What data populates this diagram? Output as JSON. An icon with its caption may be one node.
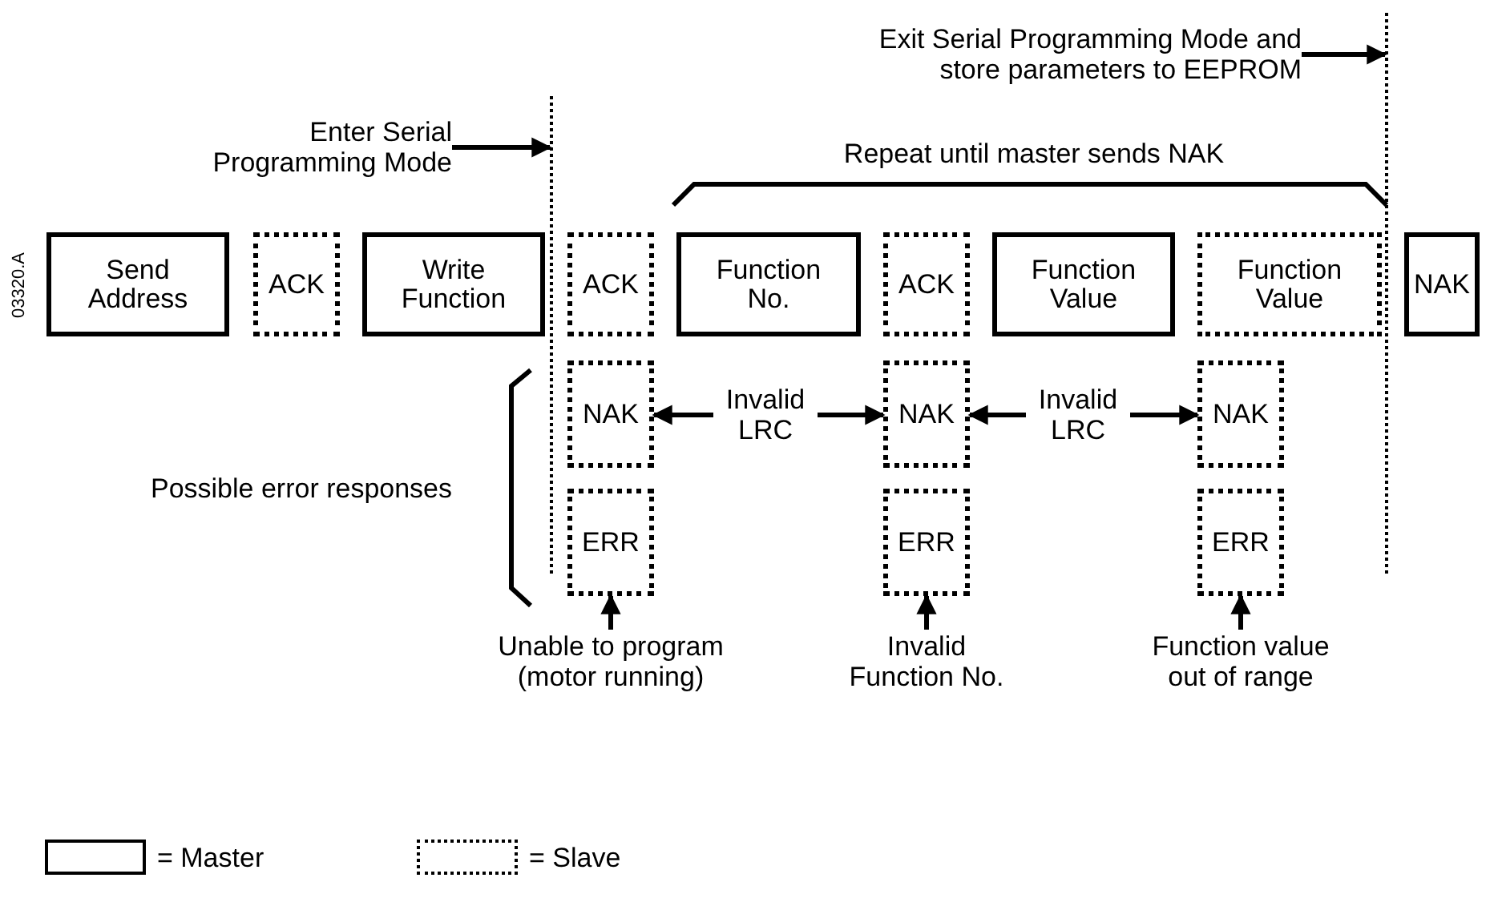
{
  "diagram": {
    "nodes": [
      {
        "text": [
          "Send Address"
        ]
      },
      {
        "text": [
          "ACK"
        ]
      },
      {
        "text": [
          "Write Function"
        ]
      },
      {
        "text": [
          "ACK"
        ]
      },
      {
        "text": [
          "Function No."
        ]
      },
      {
        "text": [
          "ACK"
        ]
      },
      {
        "text": [
          "Function Value"
        ]
      },
      {
        "text": [
          "Function Value"
        ]
      },
      {
        "text": [
          "NAK"
        ]
      },
      {
        "text": [
          "NAK"
        ]
      },
      {
        "text": [
          "ERR"
        ]
      },
      {
        "text": [
          "NAK"
        ]
      },
      {
        "text": [
          "ERR"
        ]
      },
      {
        "text": [
          "NAK"
        ]
      },
      {
        "text": [
          "ERR"
        ]
      },
      {
        "text": [
          "Invalid LRC"
        ]
      },
      {
        "text": [
          "Invalid LRC"
        ]
      },
      {
        "text": [
          "Unable to program (motor running)"
        ]
      },
      {
        "text": [
          "Invalid Function No."
        ]
      },
      {
        "text": [
          "Function value out of range"
        ]
      },
      {
        "text": [
          "Enter Serial Programming Mode"
        ]
      },
      {
        "text": [],
        "shape": "line"
      },
      {
        "text": [
          "Exit Serial Programming Mode and store parameters to EEPROM"
        ]
      },
      {
        "text": [],
        "shape": "line"
      }
    ],
    "edges": [
      {
        "from": 15,
        "to": 9,
        "arrow": "to"
      },
      {
        "from": 15,
        "to": 11,
        "arrow": "to"
      },
      {
        "from": 16,
        "to": 11,
        "arrow": "to"
      },
      {
        "from": 16,
        "to": 13,
        "arrow": "to"
      },
      {
        "from": 17,
        "to": 10,
        "arrow": "to"
      },
      {
        "from": 18,
        "to": 12,
        "arrow": "to"
      },
      {
        "from": 19,
        "to": 14,
        "arrow": "to"
      },
      {
        "from": 20,
        "to": 21,
        "arrow": "to"
      },
      {
        "from": 22,
        "to": 23,
        "arrow": "to"
      }
    ],
    "labels": [
      "Repeat until master sends NAK",
      "03320.A",
      "Possible error responses"
    ],
    "legend": [
      {
        "text": "= Master"
      },
      {
        "text": "= Slave"
      }
    ]
  }
}
